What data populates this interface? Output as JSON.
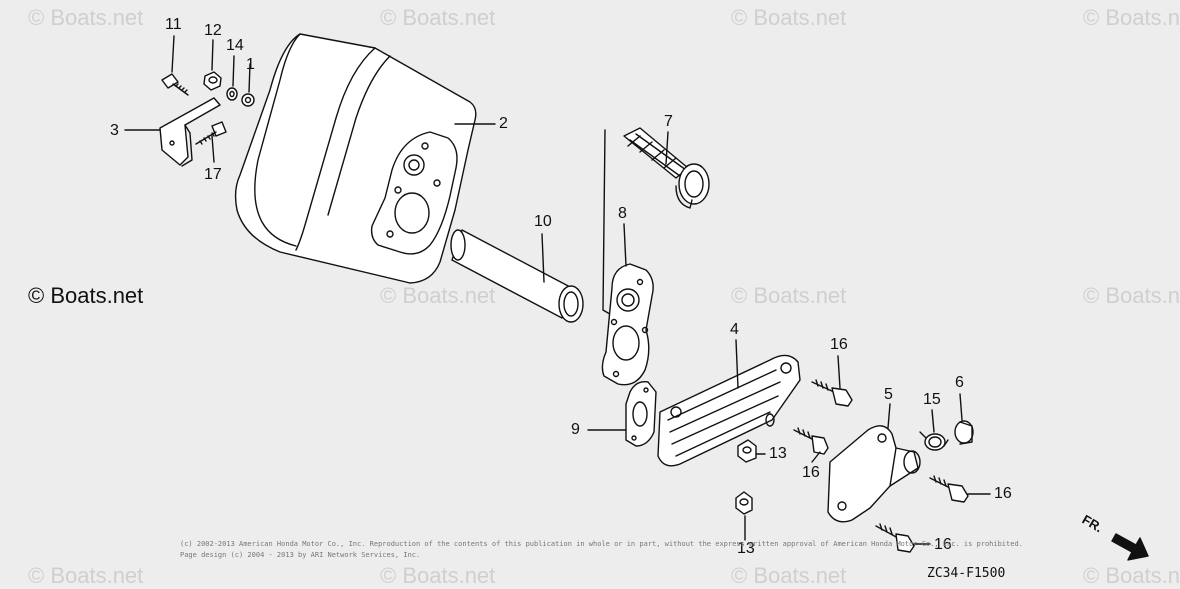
{
  "watermark": {
    "text": "© Boats.net",
    "strong_text": "© Boats.net"
  },
  "callouts": {
    "c11": "11",
    "c12": "12",
    "c14": "14",
    "c1": "1",
    "c3": "3",
    "c17": "17",
    "c2": "2",
    "c7": "7",
    "c10": "10",
    "c8": "8",
    "c4": "4",
    "c16a": "16",
    "c16b": "16",
    "c16c": "16",
    "c16d": "16",
    "c5": "5",
    "c15": "15",
    "c6": "6",
    "c9": "9",
    "c13a": "13",
    "c13b": "13"
  },
  "copyright": {
    "line1": "(c) 2002-2013 American Honda Motor Co., Inc. Reproduction of the contents of this publication in whole or in part, without the express written approval of American Honda Motor Co., Inc. is prohibited.",
    "line2": "Page design (c) 2004 - 2013 by ARI Network Services, Inc."
  },
  "diagram_code": "ZC34-F1500",
  "front_arrow_label": "FR.",
  "colors": {
    "background": "#ededed",
    "line": "#111111",
    "watermark": "#cfcfcf"
  }
}
